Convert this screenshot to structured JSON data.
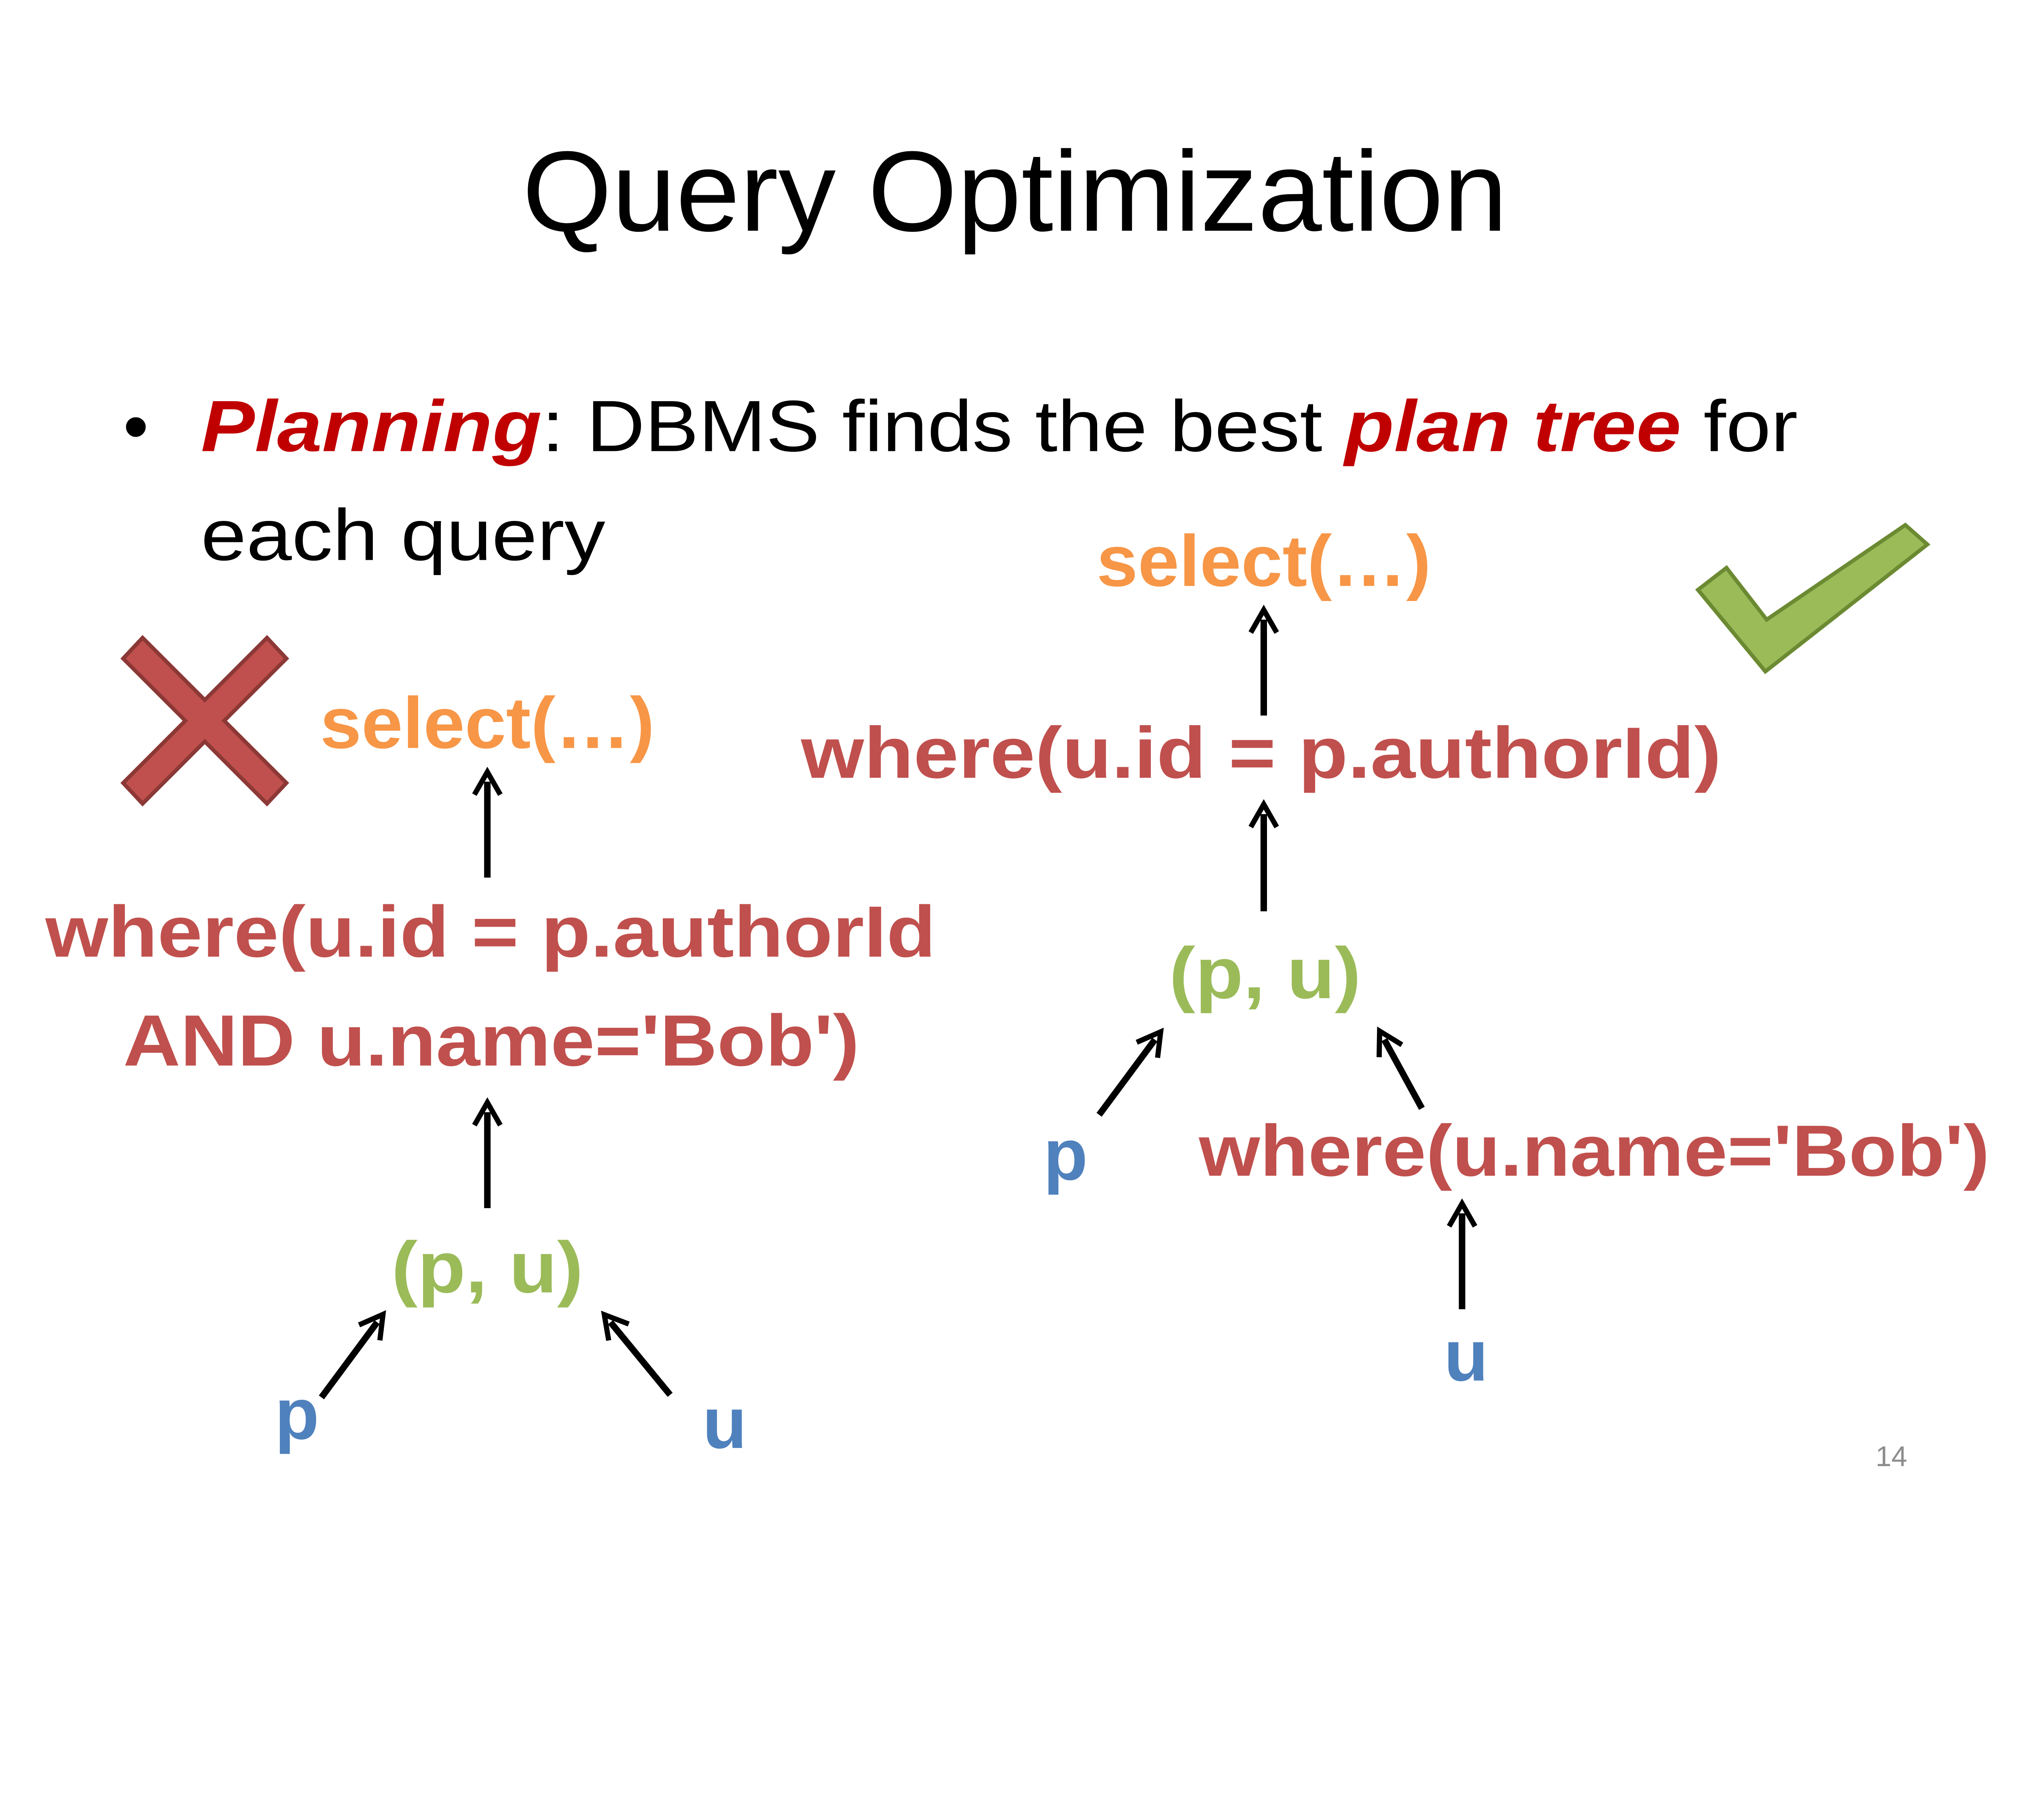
{
  "slide": {
    "title": "Query Optimization",
    "bullet": {
      "term": "Planning",
      "text_1": ": DBMS finds the best ",
      "term_2": "plan tree",
      "text_2": " for",
      "line_2": "each query"
    },
    "bad_plan": {
      "mark_icon": "cross-icon",
      "select": "select(…)",
      "where_line_1": "where(u.id = p.authorId",
      "where_line_2": "AND u.name='Bob')",
      "join": "(p, u)",
      "left_leaf": "p",
      "right_leaf": "u"
    },
    "good_plan": {
      "mark_icon": "checkmark-icon",
      "select": "select(…)",
      "where": "where(u.id = p.authorId)",
      "join": "(p, u)",
      "left_leaf": "p",
      "filter": "where(u.name='Bob')",
      "right_leaf": "u"
    },
    "page_number": "14"
  },
  "colors": {
    "emphasis": "#C00000",
    "select": "#F79646",
    "where": "#C0504D",
    "join": "#9BBB59",
    "table": "#4F81BD"
  }
}
